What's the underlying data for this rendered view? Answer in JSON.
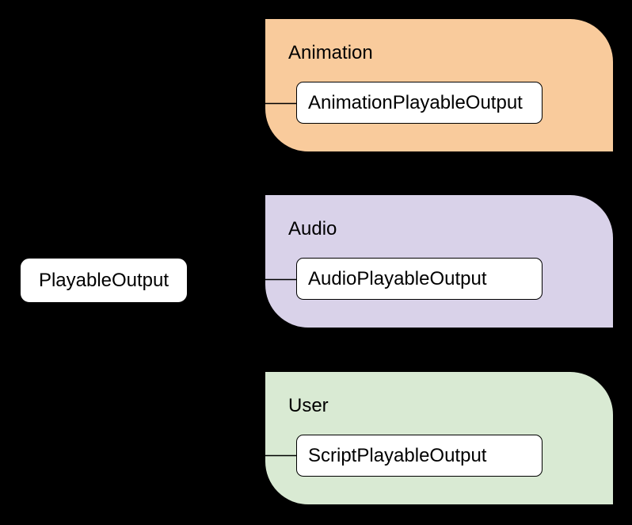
{
  "diagram": {
    "root": {
      "label": "PlayableOutput"
    },
    "groups": [
      {
        "title": "Animation",
        "fill": "#F9CB9C",
        "node": {
          "label": "AnimationPlayableOutput"
        }
      },
      {
        "title": "Audio",
        "fill": "#D9D2E9",
        "node": {
          "label": "AudioPlayableOutput"
        }
      },
      {
        "title": "User",
        "fill": "#D9EAD3",
        "node": {
          "label": "ScriptPlayableOutput"
        }
      }
    ],
    "colors": {
      "background": "#000000",
      "node_fill": "#FFFFFF",
      "stroke": "#000000",
      "connector": "#000000",
      "text": "#000000"
    }
  }
}
